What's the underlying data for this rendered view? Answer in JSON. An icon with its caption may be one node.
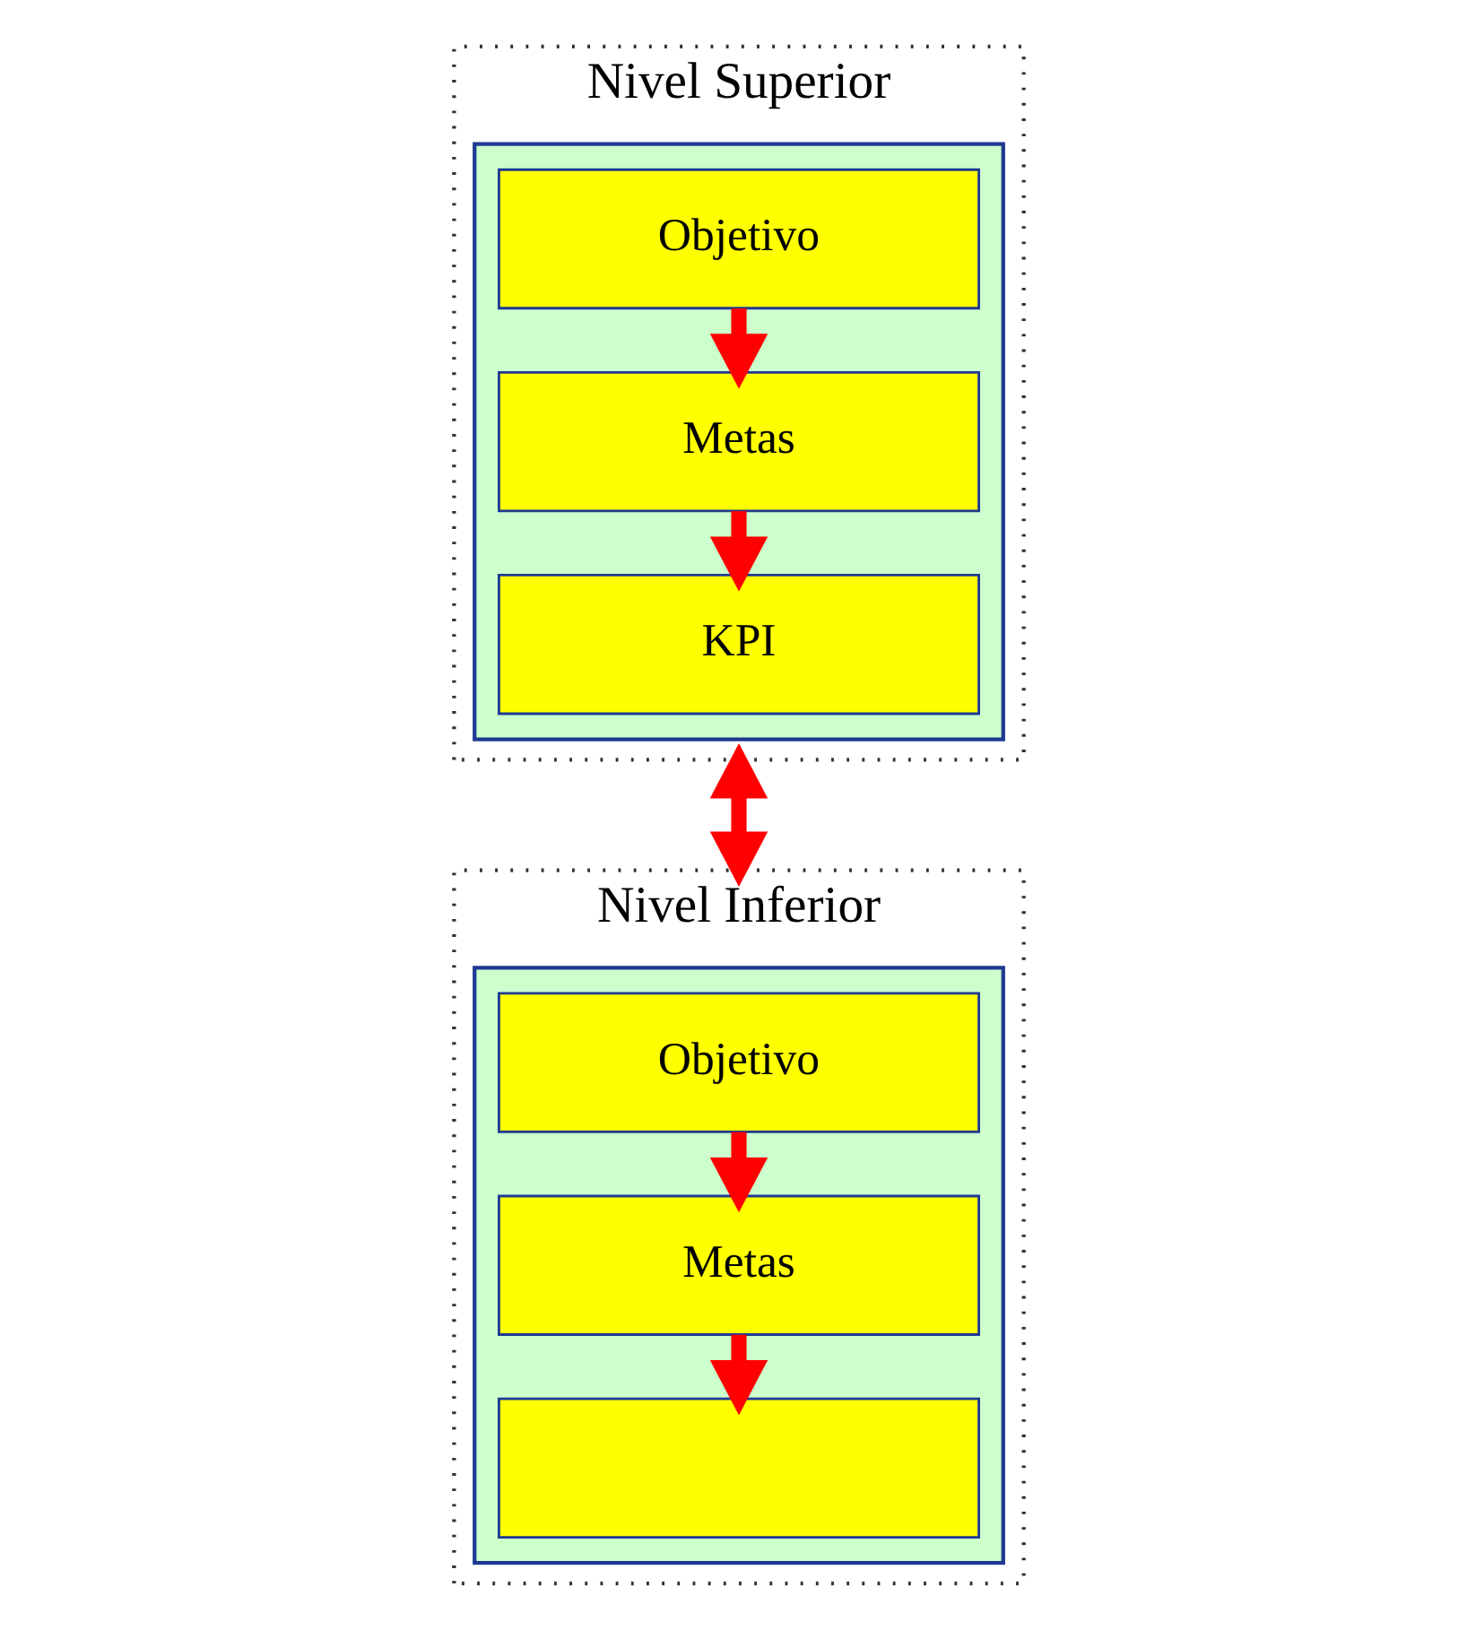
{
  "diagram": {
    "nodes": [
      {
        "text": [
          "Nivel Superior"
        ]
      },
      {
        "text": [],
        "shape": "box",
        "in": 0
      },
      {
        "text": [
          "Objetivo"
        ],
        "in": 1
      },
      {
        "text": [
          "Metas"
        ],
        "in": 1
      },
      {
        "text": [
          "KPI"
        ],
        "in": 1
      },
      {
        "text": [
          "Nivel Inferior"
        ]
      },
      {
        "text": [],
        "shape": "box",
        "in": 5
      },
      {
        "text": [
          "Objetivo"
        ],
        "in": 6
      },
      {
        "text": [
          "Metas"
        ],
        "in": 6
      },
      {
        "text": [],
        "shape": "box",
        "in": 6
      }
    ],
    "edges": [
      {
        "from": 2,
        "to": 3,
        "arrow": "to"
      },
      {
        "from": 3,
        "to": 4,
        "arrow": "to"
      },
      {
        "from": 0,
        "to": 5,
        "arrow": "both"
      },
      {
        "from": 7,
        "to": 8,
        "arrow": "to"
      },
      {
        "from": 8,
        "to": 9,
        "arrow": "to"
      }
    ]
  }
}
